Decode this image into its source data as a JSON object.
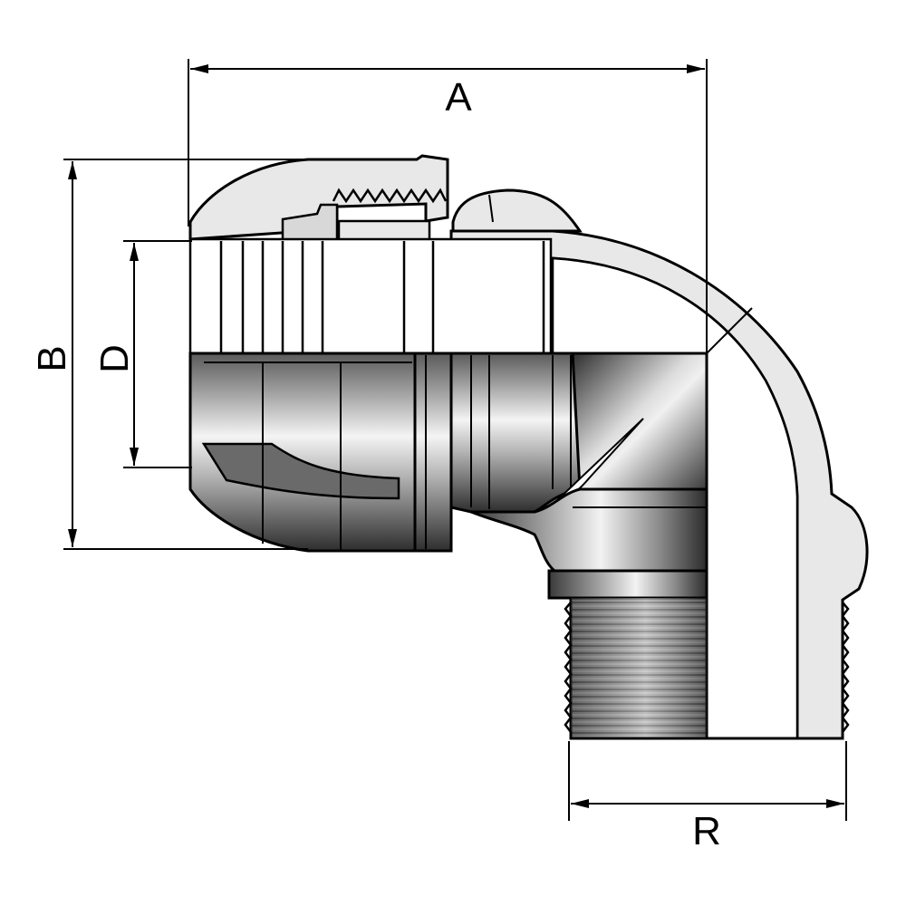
{
  "dimensions": {
    "a": "A",
    "b": "B",
    "d": "D",
    "r": "R"
  },
  "colors": {
    "outline": "#000000",
    "light_body": "#e6e6e6",
    "steel_dark": "#3c3c3c",
    "steel_light": "#f0f0f0"
  }
}
